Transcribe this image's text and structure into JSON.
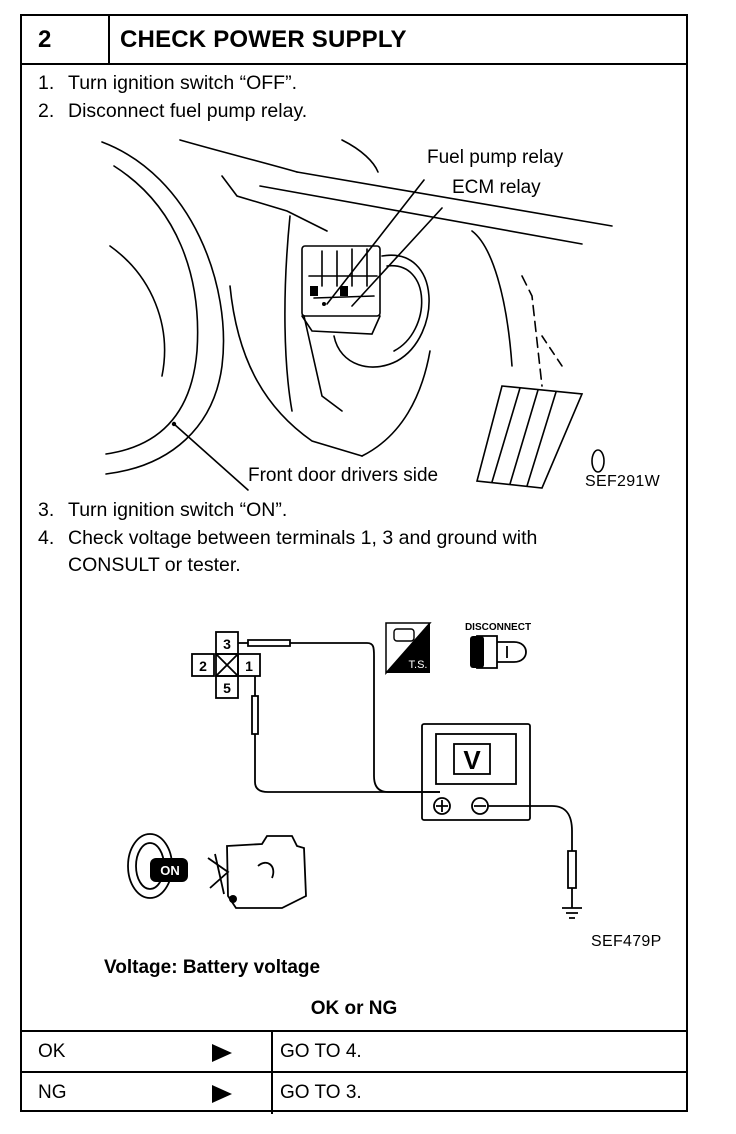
{
  "header": {
    "number": "2",
    "title": "CHECK POWER SUPPLY"
  },
  "steps_top": [
    {
      "num": "1.",
      "text": "Turn ignition switch “OFF”."
    },
    {
      "num": "2.",
      "text": "Disconnect fuel pump relay."
    }
  ],
  "figure1": {
    "labels": {
      "fuel_pump_relay": "Fuel pump relay",
      "ecm_relay": "ECM relay",
      "front_door": "Front door drivers side"
    },
    "code": "SEF291W"
  },
  "steps_mid": [
    {
      "num": "3.",
      "text": "Turn ignition switch “ON”."
    },
    {
      "num": "4.",
      "text": "Check voltage between terminals 1, 3 and ground with",
      "cont": "CONSULT or tester."
    }
  ],
  "figure2": {
    "terminals": [
      "3",
      "2",
      "1",
      "5"
    ],
    "meter": "V",
    "ts_label": "T.S.",
    "disconnect_label": "DISCONNECT",
    "on_label": "ON",
    "code": "SEF479P"
  },
  "spec": "Voltage: Battery voltage",
  "decision": "OK or NG",
  "results": [
    {
      "status": "OK",
      "action": "GO TO 4."
    },
    {
      "status": "NG",
      "action": "GO TO 3."
    }
  ]
}
